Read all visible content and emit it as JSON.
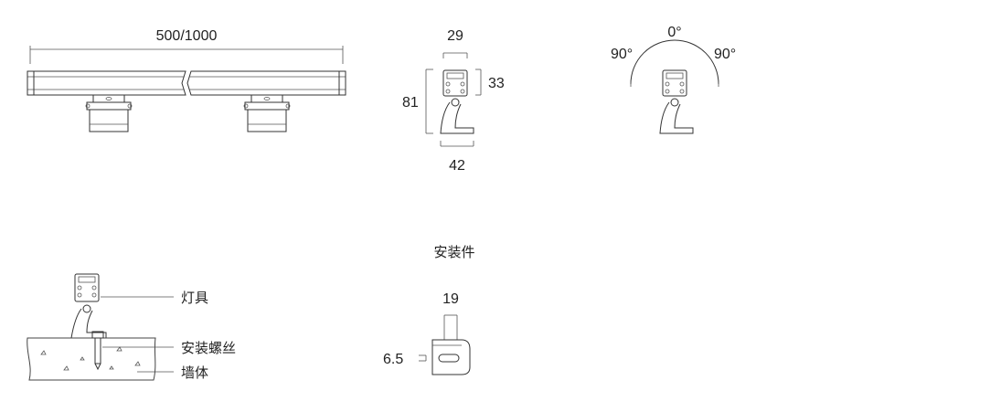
{
  "dimensions": {
    "length": "500/1000",
    "width_top": "29",
    "height_head": "33",
    "height_total": "81",
    "base_width": "42"
  },
  "angles": {
    "center": "0°",
    "left": "90°",
    "right": "90°"
  },
  "mounting": {
    "lamp": "灯具",
    "screw": "安装螺丝",
    "wall": "墙体"
  },
  "bracket": {
    "title": "安装件",
    "width": "19",
    "slot": "6.5"
  }
}
